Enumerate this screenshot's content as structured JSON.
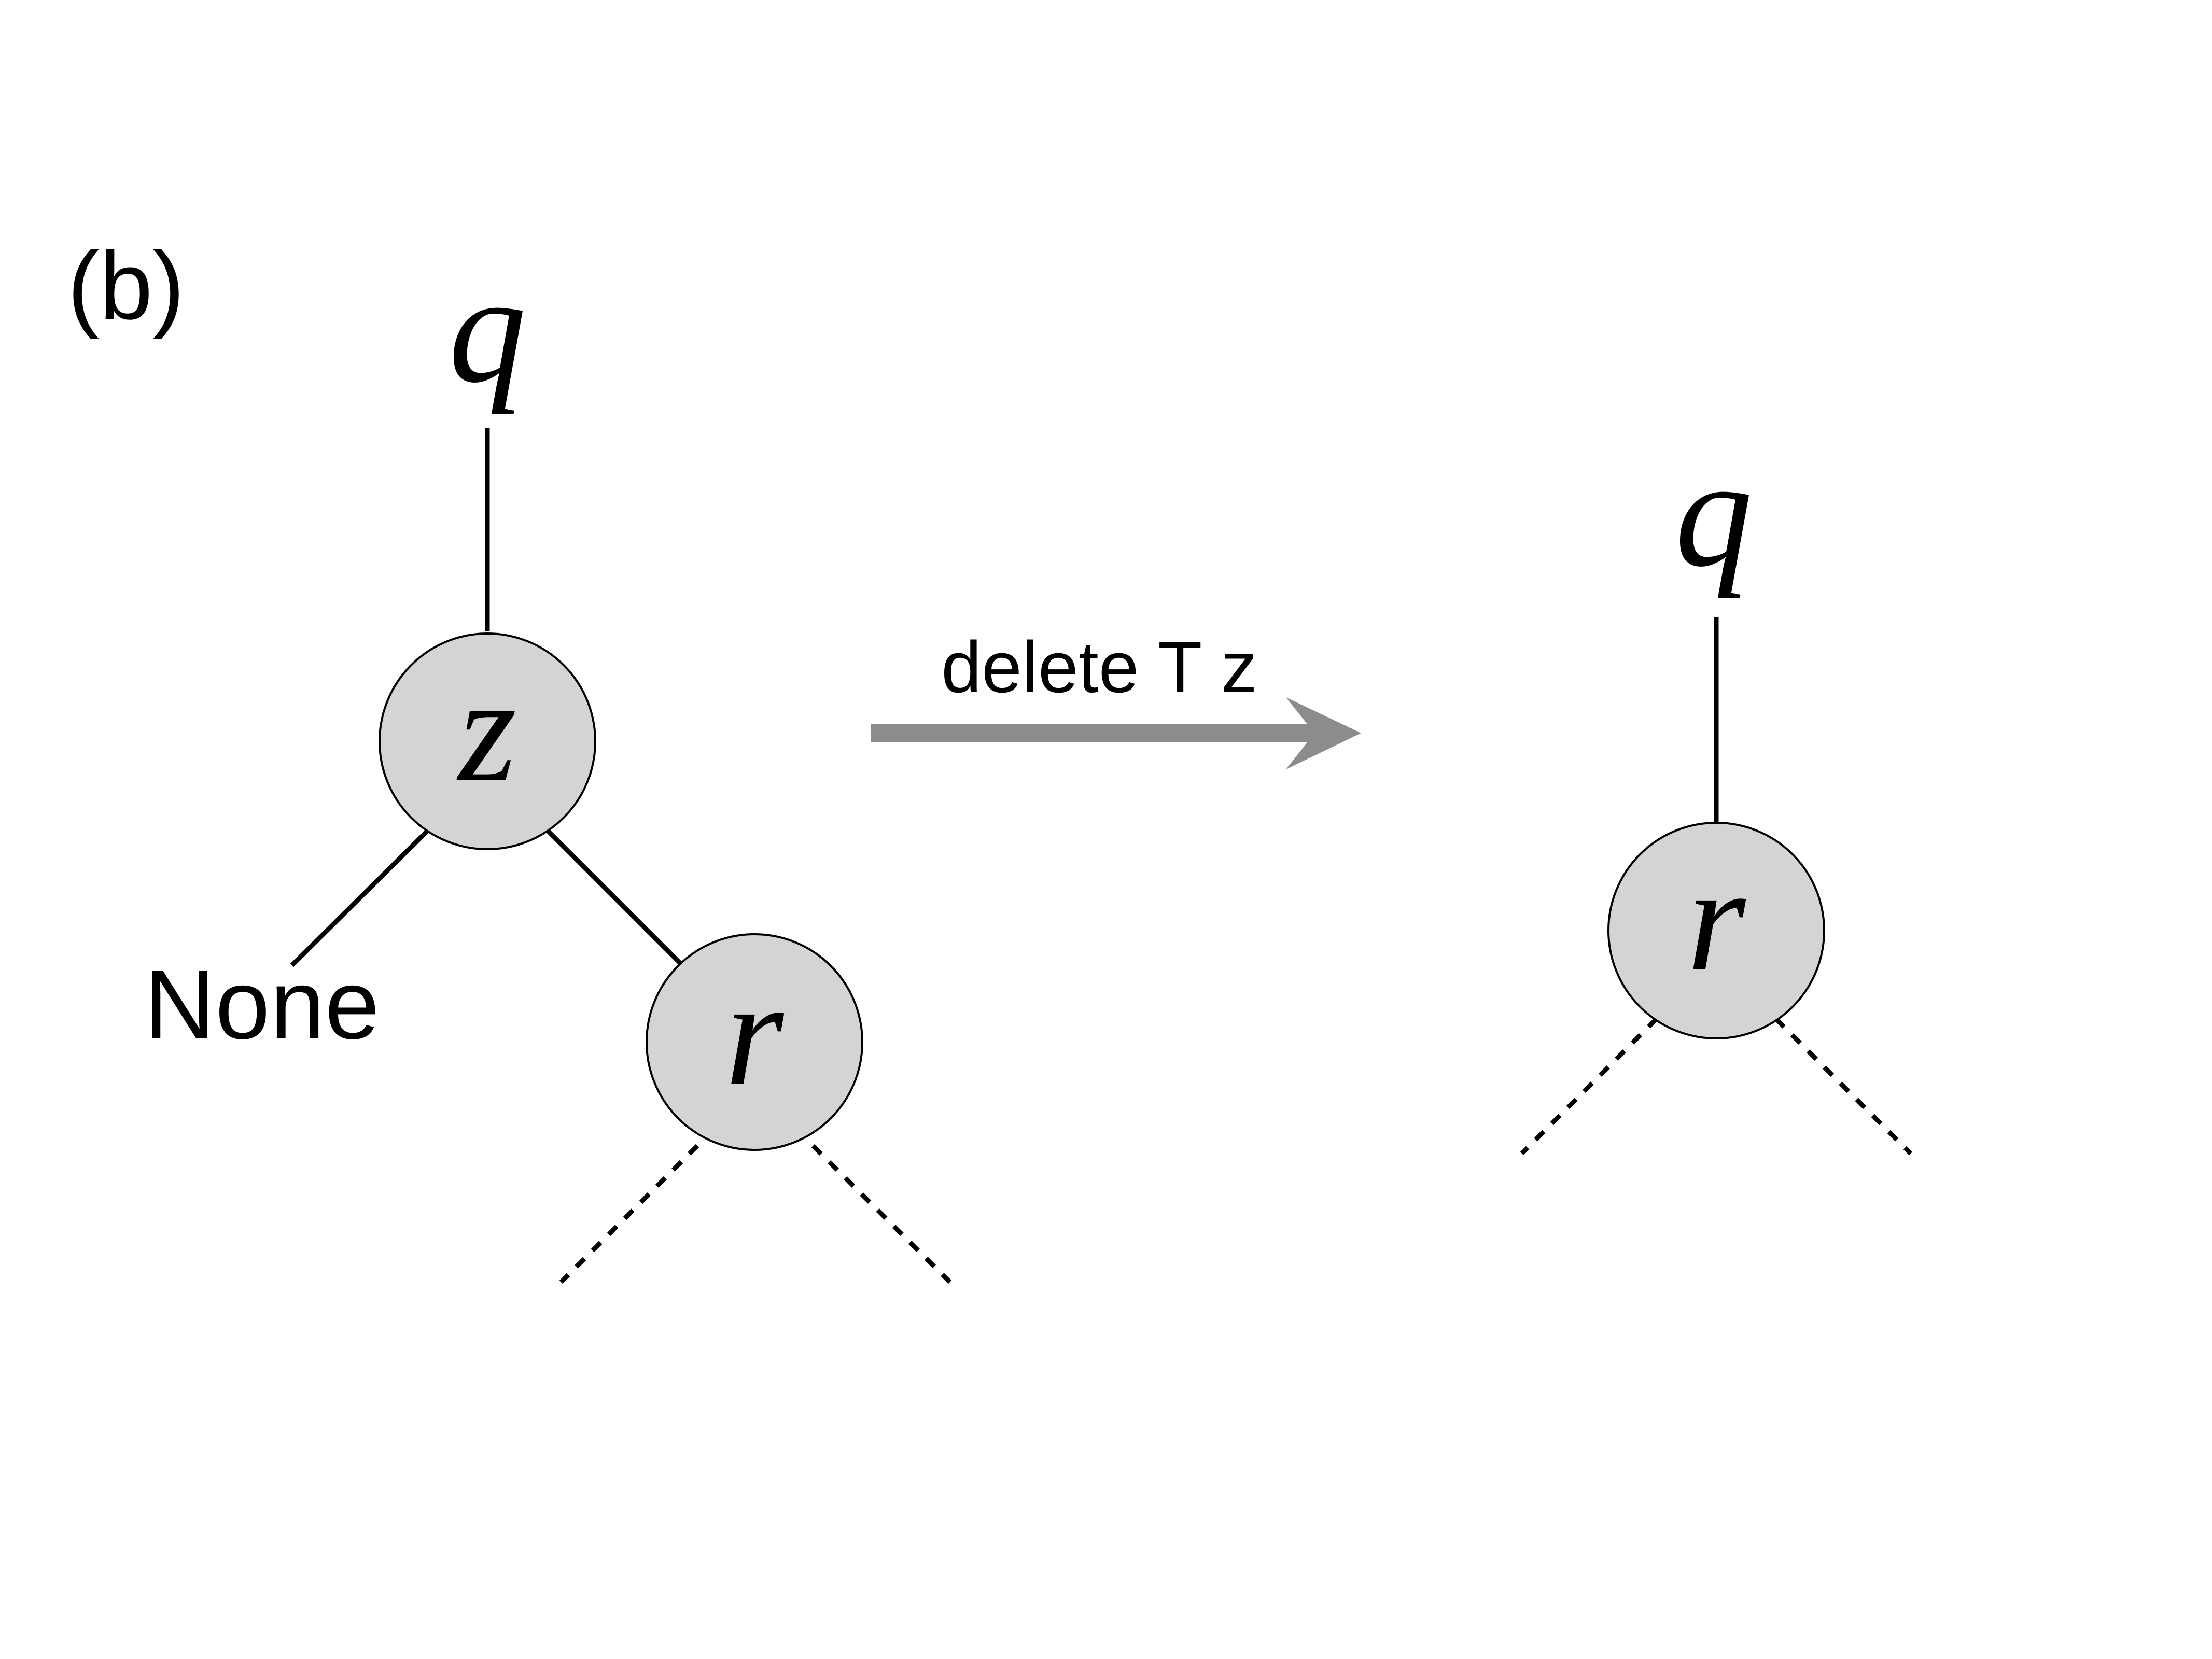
{
  "panel_label": "(b)",
  "before": {
    "parent_label": "q",
    "deleted_node_label": "z",
    "child_node_label": "r",
    "none_label": "None"
  },
  "operation_label": "delete T z",
  "after": {
    "parent_label": "q",
    "node_label": "r"
  },
  "colors": {
    "node_fill": "#d4d4d4",
    "node_stroke": "#000000",
    "edge": "#000000",
    "arrow": "#8c8c8c"
  }
}
